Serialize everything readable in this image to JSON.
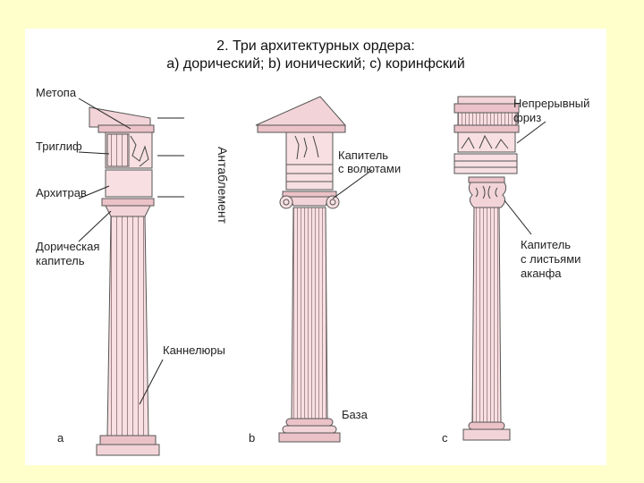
{
  "title": {
    "line1": "2. Три архитектурных ордера:",
    "line2": "а) дорический; b) ионический; c) коринфский"
  },
  "labels": {
    "metopa": "Метопа",
    "triglif": "Триглиф",
    "arkhitrav": "Архитрав",
    "doric_capital_1": "Дорическая",
    "doric_capital_2": "капитель",
    "entablature": "Антаблемент",
    "kannelyury": "Каннелюры",
    "ionic_capital_1": "Капитель",
    "ionic_capital_2": "с волютами",
    "baza": "База",
    "frieze_1": "Непрерывный",
    "frieze_2": "фриз",
    "corinth_capital_1": "Капитель",
    "corinth_capital_2": "с листьями",
    "corinth_capital_3": "аканфа"
  },
  "columns": {
    "a": "a",
    "b": "b",
    "c": "c"
  },
  "colors": {
    "background": "#ffffcc",
    "column_fill": "#f7dfe2",
    "column_shade": "#ebc2c8",
    "line": "#555555"
  }
}
